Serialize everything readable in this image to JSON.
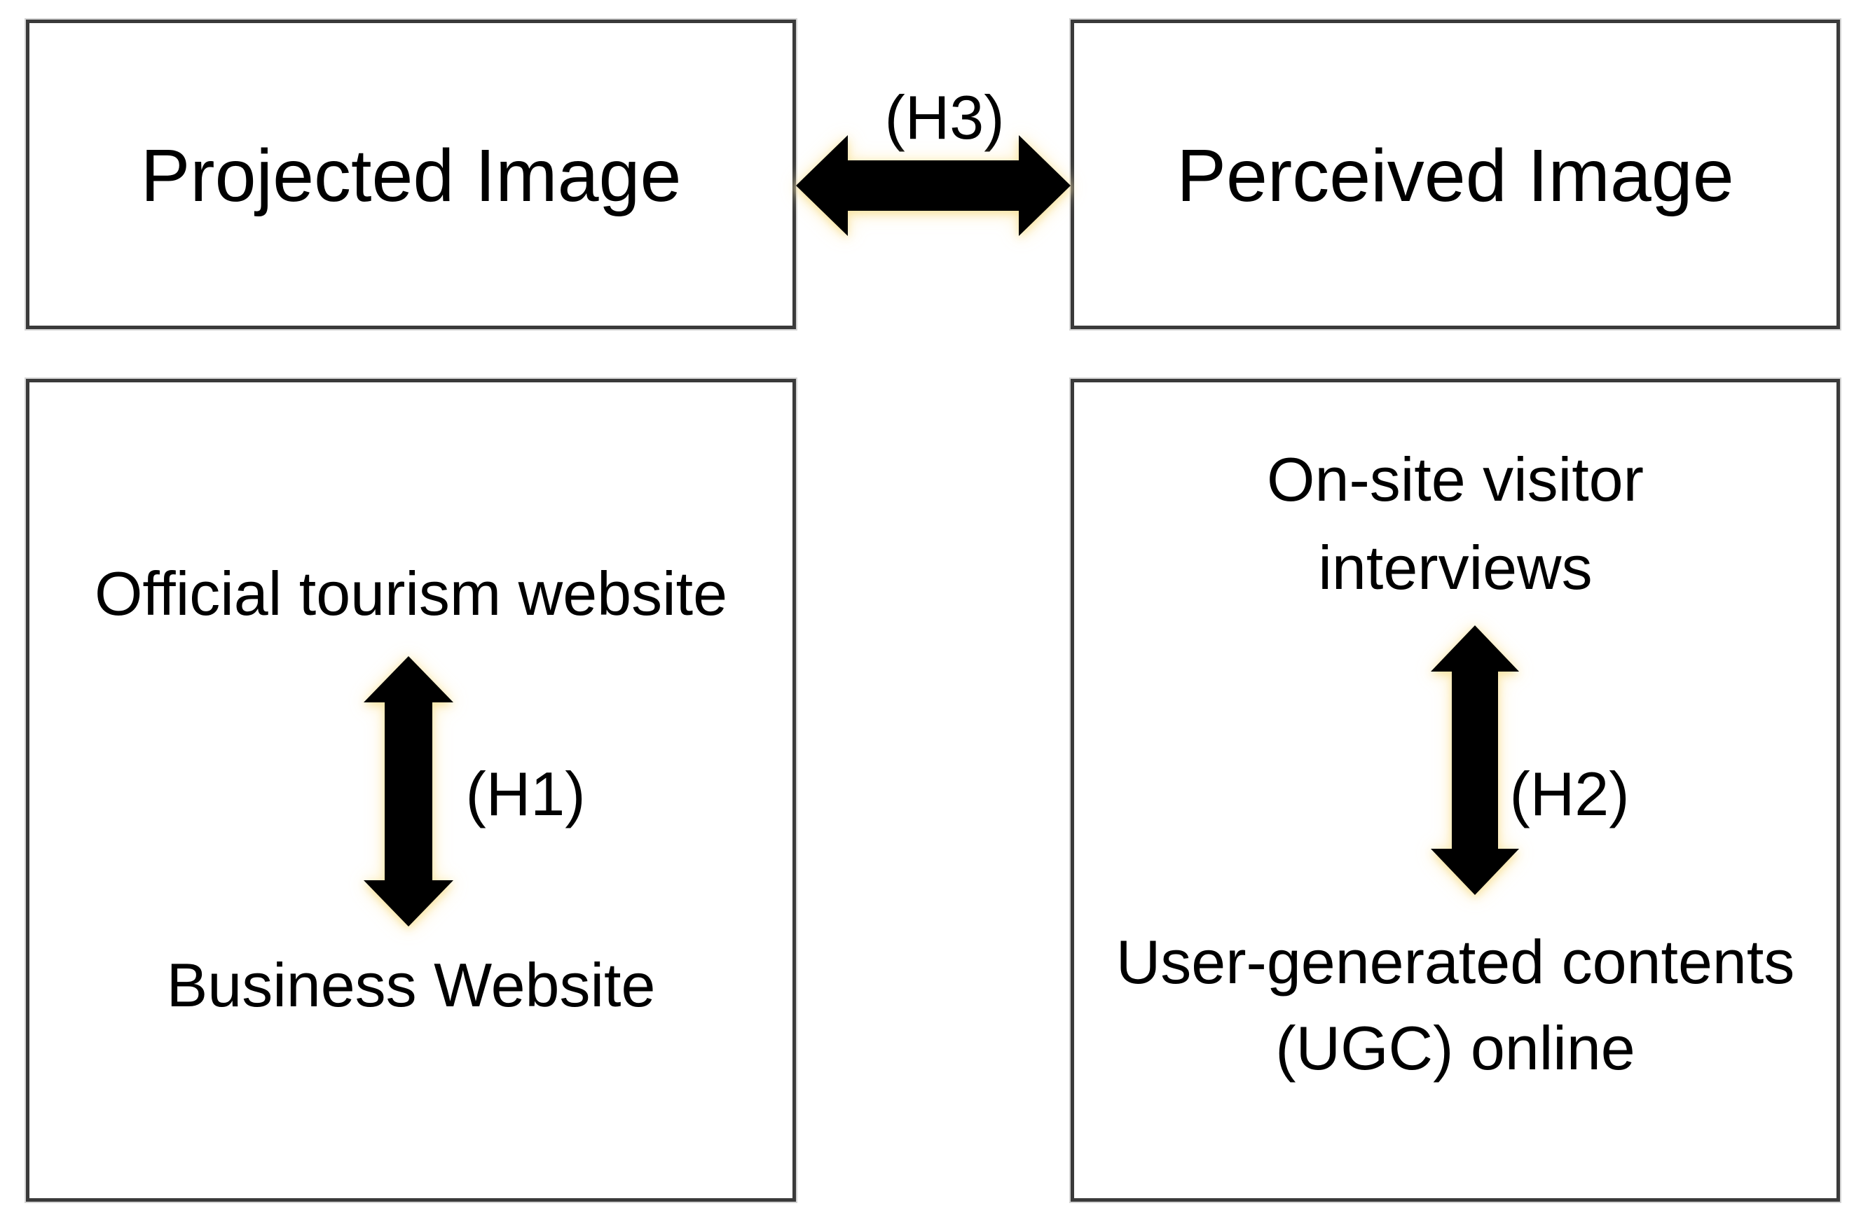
{
  "diagram": {
    "top_row": {
      "projected_box": {
        "title": "Projected Image"
      },
      "perceived_box": {
        "title": "Perceived Image"
      },
      "relation": {
        "hypothesis": "(H3)",
        "arrow": "horizontal-double-arrow"
      }
    },
    "bottom_left_box": {
      "top_item": "Official tourism website",
      "hypothesis": "(H1)",
      "arrow": "vertical-double-arrow",
      "bottom_item": "Business Website"
    },
    "bottom_right_box": {
      "top_item_line1": "On-site visitor",
      "top_item_line2": "interviews",
      "hypothesis": "(H2)",
      "arrow": "vertical-double-arrow",
      "bottom_item_line1": "User-generated contents",
      "bottom_item_line2": "(UGC) online"
    },
    "colors": {
      "background": "#ffffff",
      "box_fill": "#ffffff",
      "box_border": "#3a3a3a",
      "text": "#000000",
      "arrow_fill": "#000000",
      "arrow_glow": "#ffeec0"
    }
  }
}
